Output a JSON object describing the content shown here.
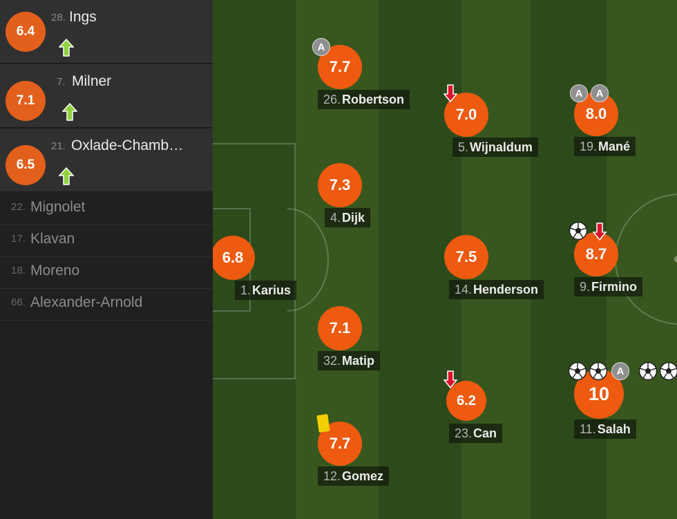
{
  "bench": {
    "substitutes": [
      {
        "rating": "6.4",
        "number": "28.",
        "name": "Ings",
        "event": "arrow-up-icon"
      },
      {
        "rating": "7.1",
        "number": "7.",
        "name": "Milner",
        "event": "arrow-up-icon"
      },
      {
        "rating": "6.5",
        "number": "21.",
        "name": "Oxlade-Chamb…",
        "event": "arrow-up-icon"
      }
    ],
    "unused": [
      {
        "number": "22.",
        "name": "Mignolet"
      },
      {
        "number": "17.",
        "name": "Klavan"
      },
      {
        "number": "18.",
        "name": "Moreno"
      },
      {
        "number": "66.",
        "name": "Alexander-Arnold"
      }
    ]
  },
  "players": [
    {
      "id": "karius",
      "number": "1.",
      "name": "Karius",
      "rating": "6.8",
      "events": []
    },
    {
      "id": "robertson",
      "number": "26.",
      "name": "Robertson",
      "rating": "7.7",
      "events": [
        "assist"
      ]
    },
    {
      "id": "dijk",
      "number": "4.",
      "name": "Dijk",
      "rating": "7.3",
      "events": []
    },
    {
      "id": "matip",
      "number": "32.",
      "name": "Matip",
      "rating": "7.1",
      "events": []
    },
    {
      "id": "gomez",
      "number": "12.",
      "name": "Gomez",
      "rating": "7.7",
      "events": [
        "yellow-card"
      ]
    },
    {
      "id": "wijnaldum",
      "number": "5.",
      "name": "Wijnaldum",
      "rating": "7.0",
      "events": [
        "subbed-off"
      ]
    },
    {
      "id": "henderson",
      "number": "14.",
      "name": "Henderson",
      "rating": "7.5",
      "events": []
    },
    {
      "id": "can",
      "number": "23.",
      "name": "Can",
      "rating": "6.2",
      "events": [
        "subbed-off"
      ]
    },
    {
      "id": "mane",
      "number": "19.",
      "name": "Mané",
      "rating": "8.0",
      "events": [
        "assist",
        "assist"
      ]
    },
    {
      "id": "firmino",
      "number": "9.",
      "name": "Firmino",
      "rating": "8.7",
      "events": [
        "goal",
        "subbed-off"
      ]
    },
    {
      "id": "salah",
      "number": "11.",
      "name": "Salah",
      "rating": "10",
      "events": [
        "goal",
        "goal",
        "assist",
        "goal",
        "goal"
      ]
    }
  ],
  "assist_letter": "A",
  "colors": {
    "rating_circle": "#ee5a0f",
    "pitch_dark": "#2d4a1b",
    "pitch_light": "#38581f",
    "sub_in_arrow": "#8fd13f",
    "sub_out_arrow": "#d8142a",
    "yellow_card": "#f0d000",
    "assist_badge": "#8f8f8f"
  }
}
